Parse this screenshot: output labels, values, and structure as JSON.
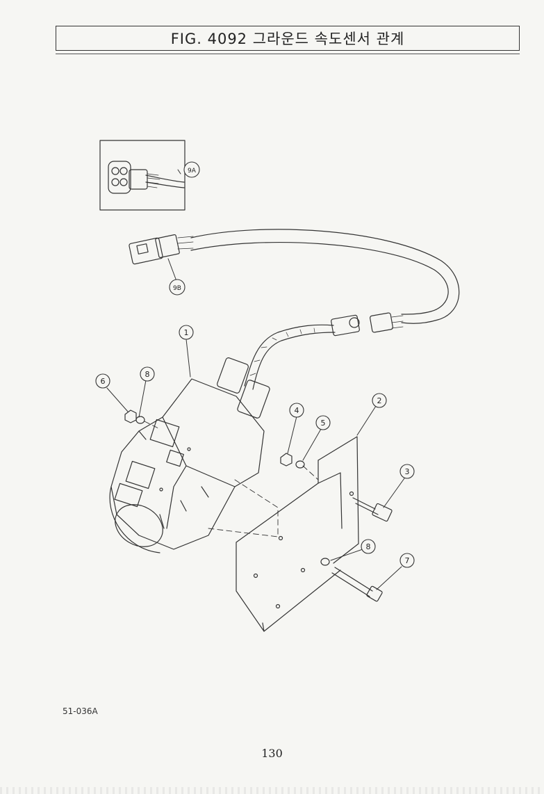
{
  "header": {
    "title": "FIG. 4092 그라운드 속도센서 관계"
  },
  "callouts": [
    {
      "id": "c1",
      "label": "1"
    },
    {
      "id": "c2",
      "label": "2"
    },
    {
      "id": "c3",
      "label": "3"
    },
    {
      "id": "c4",
      "label": "4"
    },
    {
      "id": "c5",
      "label": "5"
    },
    {
      "id": "c6",
      "label": "6"
    },
    {
      "id": "c7",
      "label": "7"
    },
    {
      "id": "c8a",
      "label": "8"
    },
    {
      "id": "c8b",
      "label": "8"
    },
    {
      "id": "c9a",
      "label": "9A"
    },
    {
      "id": "c9b",
      "label": "9B"
    }
  ],
  "footer": {
    "drawing_code": "51-036A",
    "page_number": "130"
  }
}
